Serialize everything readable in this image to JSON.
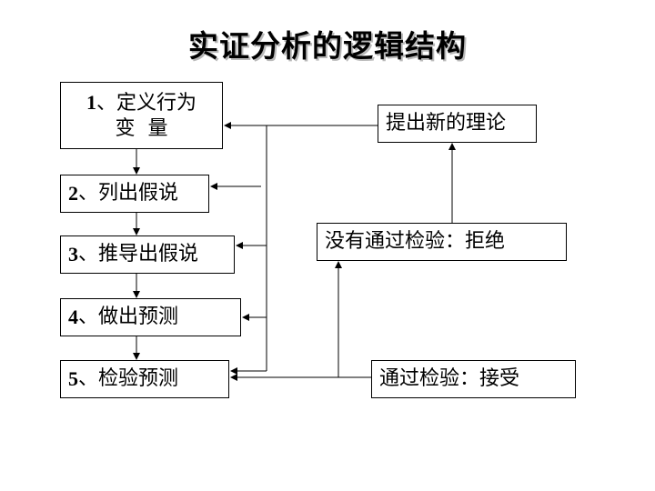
{
  "title": "实证分析的逻辑结构",
  "left_steps": [
    {
      "num": "1",
      "text": "、定义行为",
      "text2": "变  量"
    },
    {
      "num": "2",
      "text": "、列出假说"
    },
    {
      "num": "3",
      "text": "、推导出假说"
    },
    {
      "num": "4",
      "text": "、做出预测"
    },
    {
      "num": "5",
      "text": "、检验预测"
    }
  ],
  "right_boxes": {
    "new_theory": "提出新的理论",
    "rejected": "没有通过检验：拒绝",
    "accepted": "通过检验：接受"
  }
}
